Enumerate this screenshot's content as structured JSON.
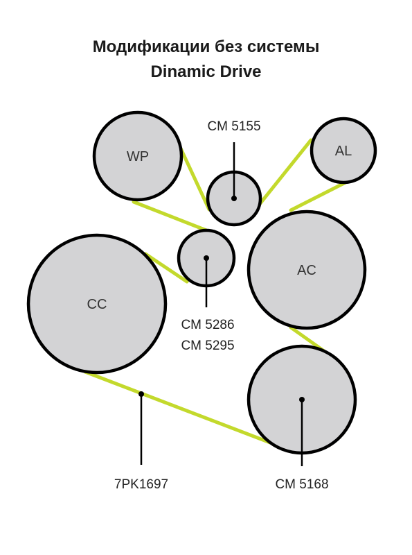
{
  "title": {
    "line1": "Модификации без системы",
    "line2": "Dinamic Drive"
  },
  "pulleys": {
    "wp": "WP",
    "al": "AL",
    "ac": "AC",
    "cc": "CC"
  },
  "callouts": {
    "top_idler": "CM 5155",
    "middle_idler_1": "CM 5286",
    "middle_idler_2": "CM 5295",
    "belt": "7PK1697",
    "tensioner": "CM 5168"
  },
  "colors": {
    "belt": "#c3d92c",
    "pulley_fill": "#d3d3d5",
    "outline": "#000000"
  }
}
